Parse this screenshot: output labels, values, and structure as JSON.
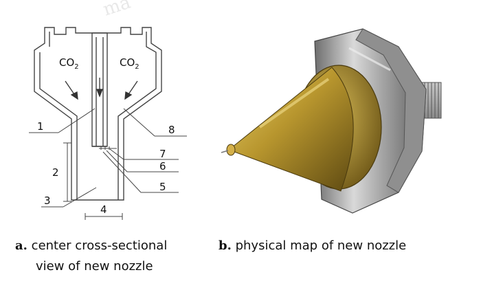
{
  "panel_a": {
    "labels": {
      "co2_left": "CO",
      "co2_left_sub": "2",
      "co2_right": "CO",
      "co2_right_sub": "2",
      "n1": "1",
      "n2": "2",
      "n3": "3",
      "n4": "4",
      "n5": "5",
      "n6": "6",
      "n7": "7",
      "n8": "8"
    }
  },
  "captions": {
    "a_letter": "a.",
    "a_line1": "center cross-sectional",
    "a_line2": "view of new nozzle",
    "b_letter": "b.",
    "b_text": "physical map of new nozzle"
  },
  "colors": {
    "brass": "#b8962e",
    "steel": "#9a9a9a",
    "line": "#444444"
  }
}
